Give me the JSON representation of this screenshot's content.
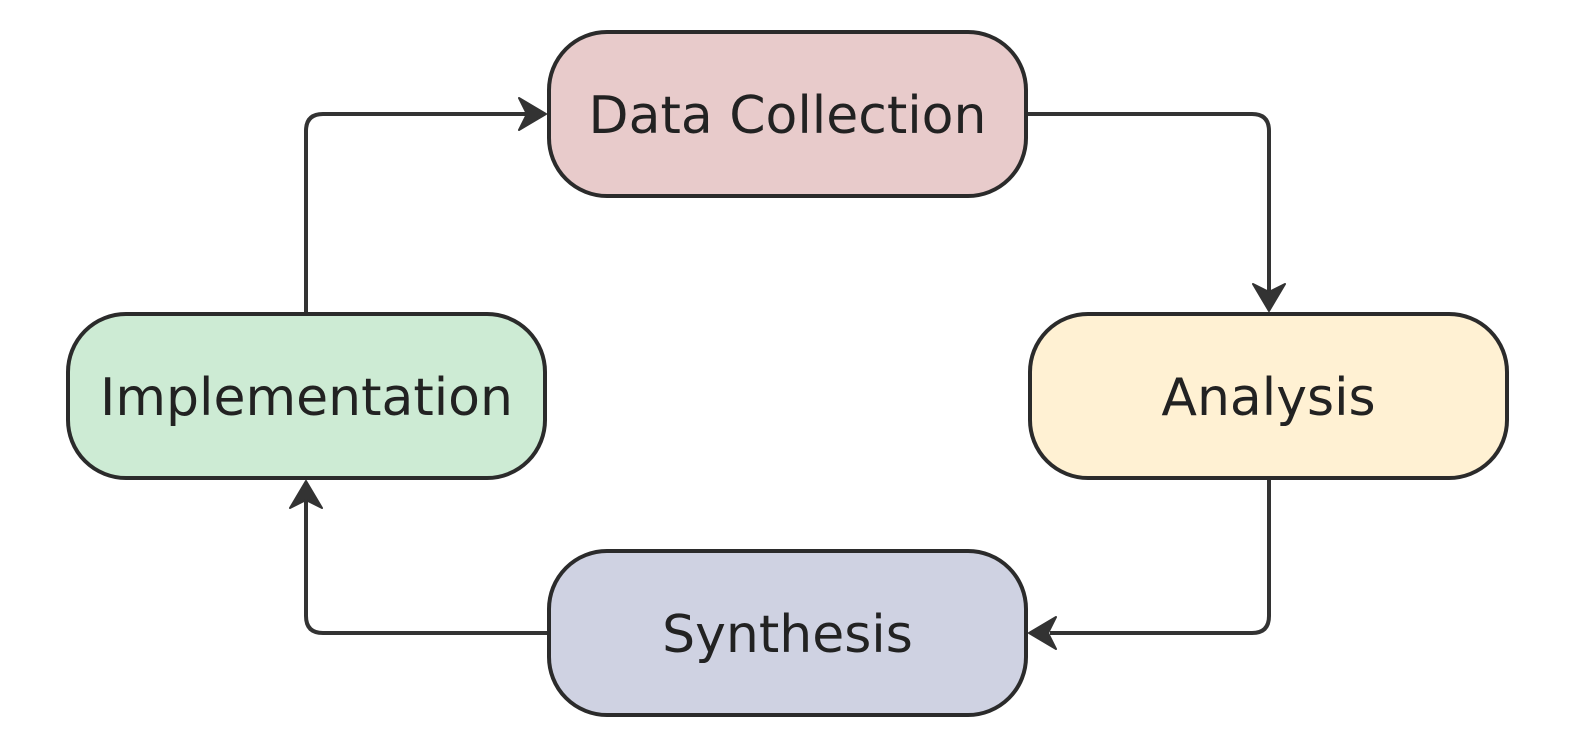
{
  "diagram": {
    "type": "cycle-flowchart",
    "nodes": [
      {
        "id": "data-collection",
        "label": "Data Collection",
        "fill": "#e8cbcb"
      },
      {
        "id": "analysis",
        "label": "Analysis",
        "fill": "#fff1d3"
      },
      {
        "id": "synthesis",
        "label": "Synthesis",
        "fill": "#cfd2e2"
      },
      {
        "id": "implementation",
        "label": "Implementation",
        "fill": "#cdebd4"
      }
    ],
    "edges": [
      {
        "from": "data-collection",
        "to": "analysis"
      },
      {
        "from": "analysis",
        "to": "synthesis"
      },
      {
        "from": "synthesis",
        "to": "implementation"
      },
      {
        "from": "implementation",
        "to": "data-collection"
      }
    ],
    "stroke_color": "#2b2b2b",
    "text_color": "#222222"
  }
}
